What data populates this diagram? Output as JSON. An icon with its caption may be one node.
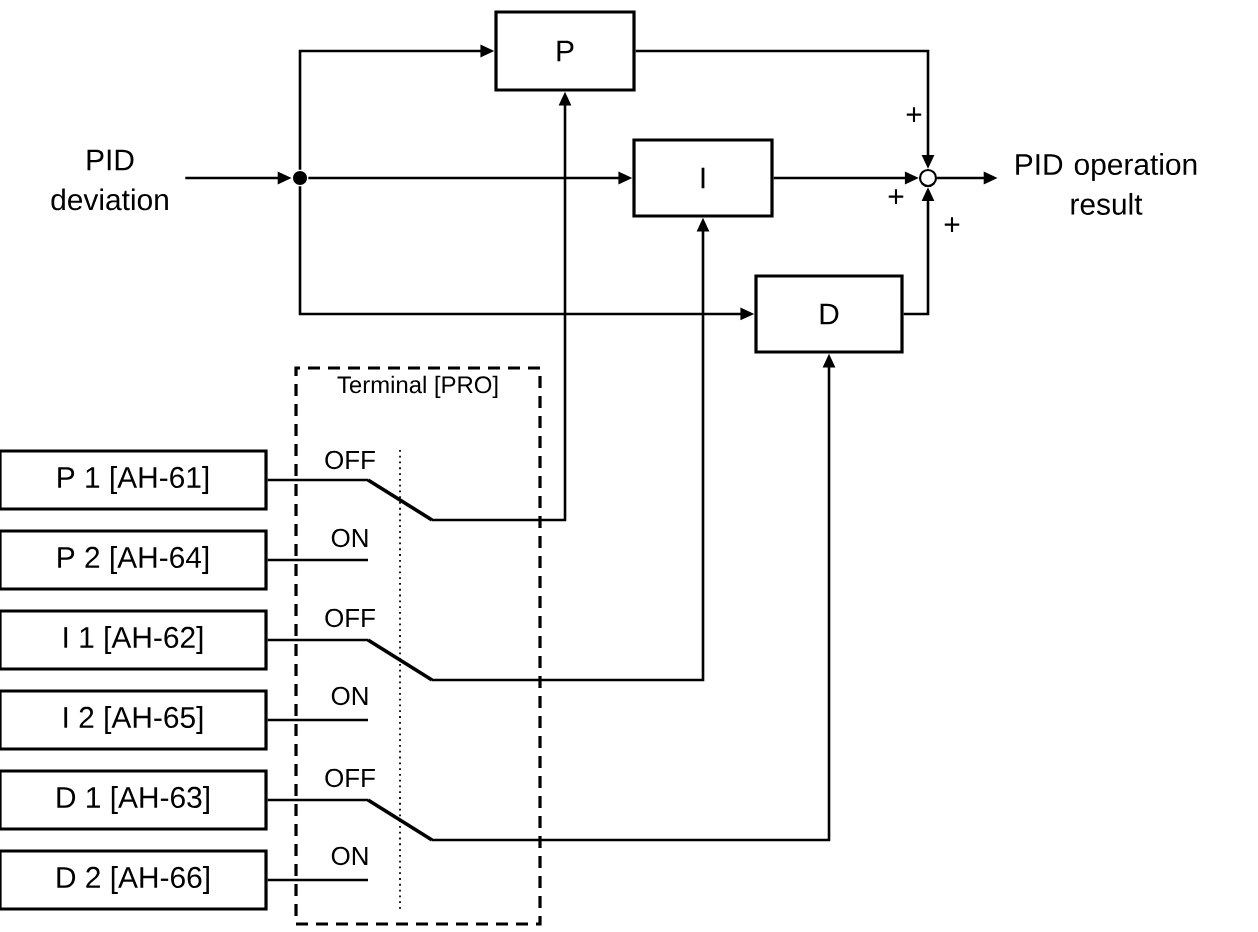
{
  "diagram": {
    "nodes": [
      {
        "text": [
          "PID deviation"
        ]
      },
      {
        "text": [],
        "shape": "circle"
      },
      {
        "text": [
          "P"
        ]
      },
      {
        "text": [
          "I"
        ]
      },
      {
        "text": [
          "D"
        ]
      },
      {
        "text": [],
        "shape": "circle"
      },
      {
        "text": [
          "PID operation result"
        ]
      },
      {
        "text": [
          "Terminal [PRO]"
        ]
      },
      {
        "text": [],
        "shape": "switch",
        "in": 7
      },
      {
        "text": [],
        "shape": "switch",
        "in": 7
      },
      {
        "text": [],
        "shape": "switch",
        "in": 7
      },
      {
        "text": [
          "P 1 [AH-61]"
        ]
      },
      {
        "text": [
          "P 2 [AH-64]"
        ]
      },
      {
        "text": [
          "I 1 [AH-62]"
        ]
      },
      {
        "text": [
          "I 2 [AH-65]"
        ]
      },
      {
        "text": [
          "D 1 [AH-63]"
        ]
      },
      {
        "text": [
          "D 2 [AH-66]"
        ]
      }
    ],
    "edges": [
      {
        "from": 0,
        "to": 1,
        "arrow": "to"
      },
      {
        "from": 1,
        "to": 2,
        "arrow": "to"
      },
      {
        "from": 1,
        "to": 3,
        "arrow": "to"
      },
      {
        "from": 1,
        "to": 4,
        "arrow": "to"
      },
      {
        "from": 2,
        "to": 5,
        "arrow": "to"
      },
      {
        "from": 3,
        "to": 5,
        "arrow": "to"
      },
      {
        "from": 4,
        "to": 5,
        "arrow": "to"
      },
      {
        "from": 5,
        "to": 6,
        "arrow": "to"
      },
      {
        "from": 11,
        "to": 8,
        "arrow": "none"
      },
      {
        "from": 12,
        "to": 8,
        "arrow": "none"
      },
      {
        "from": 8,
        "to": 2,
        "arrow": "to"
      },
      {
        "from": 13,
        "to": 9,
        "arrow": "none"
      },
      {
        "from": 14,
        "to": 9,
        "arrow": "none"
      },
      {
        "from": 9,
        "to": 3,
        "arrow": "to"
      },
      {
        "from": 15,
        "to": 10,
        "arrow": "none"
      },
      {
        "from": 16,
        "to": 10,
        "arrow": "none"
      },
      {
        "from": 10,
        "to": 4,
        "arrow": "to"
      }
    ],
    "labels": [
      "+",
      "+",
      "+",
      "OFF",
      "ON",
      "OFF",
      "ON",
      "OFF",
      "ON"
    ]
  }
}
